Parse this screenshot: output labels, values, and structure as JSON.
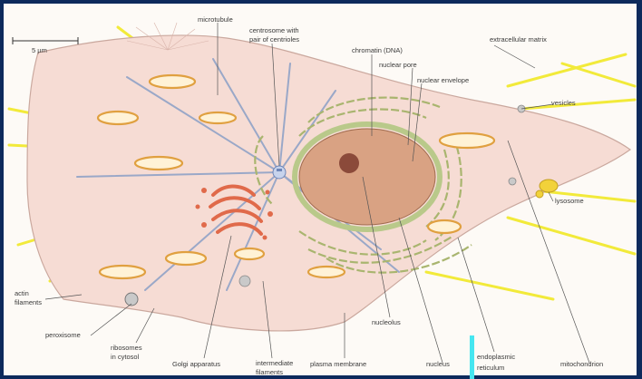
{
  "diagram": {
    "scale_bar": "5 µm",
    "labels": {
      "microtubule": "microtubule",
      "centrosome": "centrosome with pair of centrioles",
      "centrosome_line1": "centrosome with",
      "centrosome_line2": "pair of centrioles",
      "chromatin": "chromatin (DNA)",
      "nuclear_pore": "nuclear pore",
      "nuclear_envelope": "nuclear envelope",
      "extracellular_matrix": "extracellular matrix",
      "vesicles": "vesicles",
      "lysosome": "lysosome",
      "mitochondrion": "mitochondrion",
      "actin_line1": "actin",
      "actin_line2": "filaments",
      "peroxisome": "peroxisome",
      "ribosomes_line1": "ribosomes",
      "ribosomes_line2": "in cytosol",
      "golgi": "Golgi apparatus",
      "intermediate_line1": "intermediate",
      "intermediate_line2": "filaments",
      "plasma_membrane": "plasma membrane",
      "nucleolus": "nucleolus",
      "nucleus": "nucleus",
      "er_line1": "endoplasmic",
      "er_line2": "reticulum"
    },
    "colors": {
      "background": "#0d2a5c",
      "panel": "#fdfaf6",
      "cytoplasm": "#f6dcd4",
      "nucleus": "#d9a283",
      "nuclear_envelope": "#b9c98a",
      "mitochondria": "#e0a040",
      "golgi": "#e06a4a",
      "matrix_fibers": "#f2ea3a",
      "microtubules": "#9aa8c8",
      "accent": "#46e6f0"
    }
  }
}
